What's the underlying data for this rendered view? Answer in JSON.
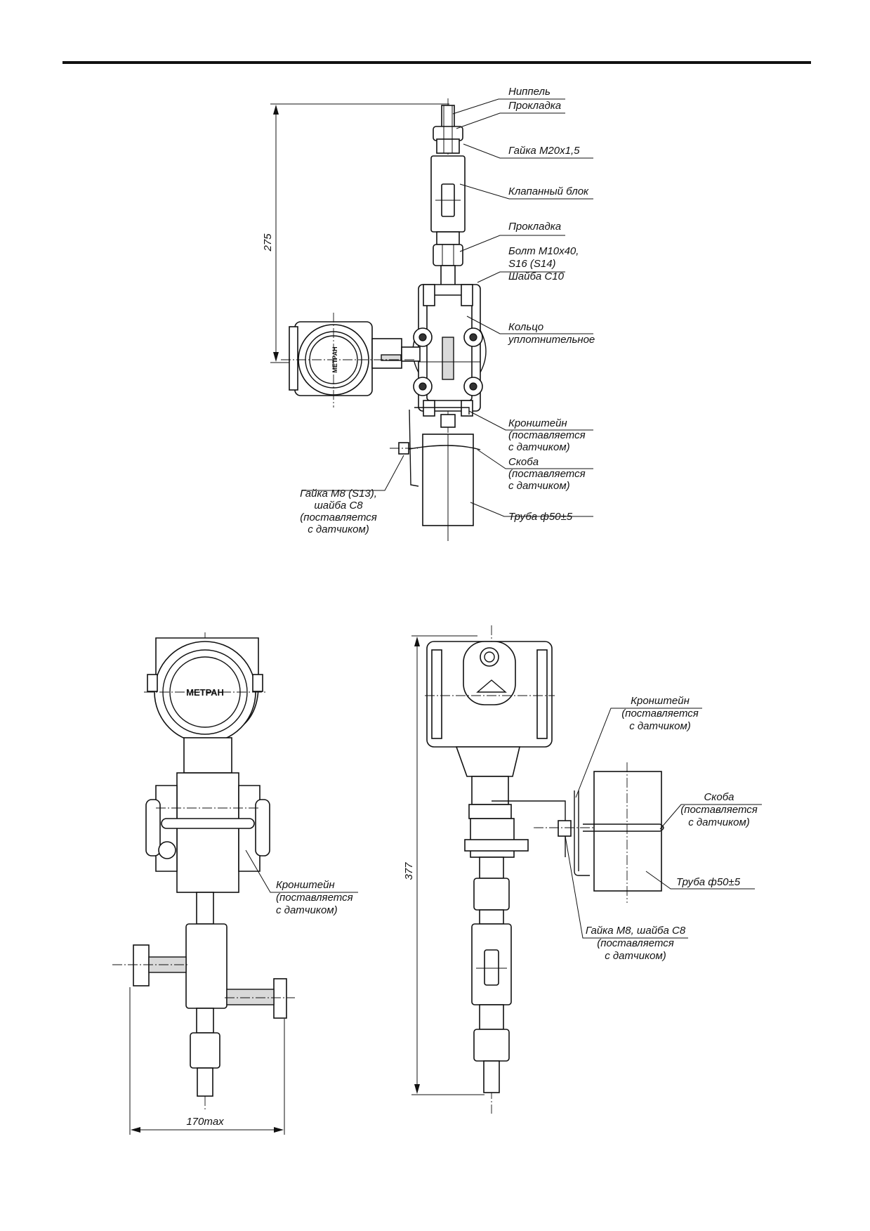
{
  "top_view": {
    "dim_height": "275",
    "labels": {
      "nipple": "Ниппель",
      "gasket1": "Прокладка",
      "nut": "Гайка М20х1,5",
      "valve_block": "Клапанный блок",
      "gasket2": "Прокладка",
      "bolt_line1": "Болт М10х40,",
      "bolt_line2": "S16 (S14)",
      "bolt_line3": "Шайба С10",
      "ring_line1": "Кольцо",
      "ring_line2": "уплотнительное",
      "bracket_line1": "Кронштейн",
      "bracket_line2": "(поставляется",
      "bracket_line3": "с датчиком)",
      "clamp_line1": "Скоба",
      "clamp_line2": "(поставляется",
      "clamp_line3": "с датчиком)",
      "pipe": "Труба ф50±5",
      "nutm8_line1": "Гайка М8 (S13),",
      "nutm8_line2": "шайба С8",
      "nutm8_line3": "(поставляется",
      "nutm8_line4": "с датчиком)"
    },
    "transmitter_text": "МЕТРАН"
  },
  "front_view": {
    "dim_width": "170max",
    "transmitter_text": "МЕТРАН",
    "labels": {
      "bracket_line1": "Кронштейн",
      "bracket_line2": "(поставляется",
      "bracket_line3": "с датчиком)"
    }
  },
  "side_view": {
    "dim_height": "377",
    "labels": {
      "bracket_line1": "Кронштейн",
      "bracket_line2": "(поставляется",
      "bracket_line3": "с датчиком)",
      "clamp_line1": "Скоба",
      "clamp_line2": "(поставляется",
      "clamp_line3": "с датчиком)",
      "pipe": "Труба ф50±5",
      "nut_line1": "Гайка М8, шайба С8",
      "nut_line2": "(поставляется",
      "nut_line3": "с датчиком)"
    }
  }
}
